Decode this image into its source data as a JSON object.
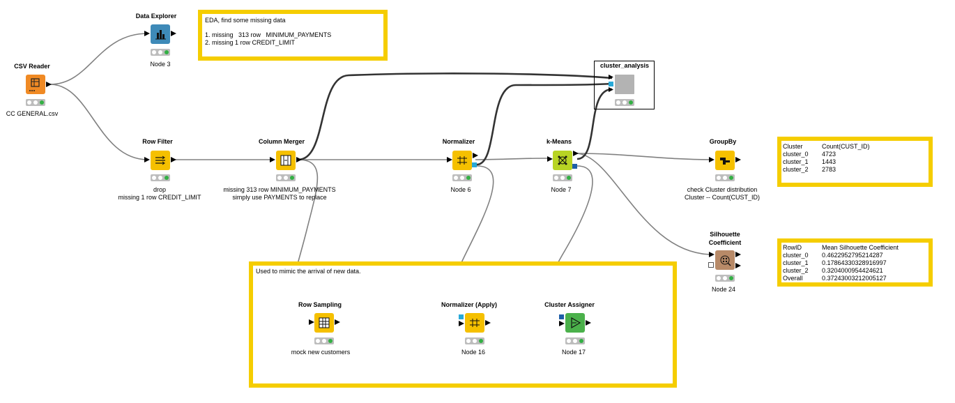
{
  "annotations": {
    "eda": {
      "line1": "EDA, find some missing data",
      "line2": "1. missing   313 row   MINIMUM_PAYMENTS",
      "line3": "2. missing 1 row CREDIT_LIMIT"
    },
    "new_data": {
      "text": "Used to mimic the arrival of new data."
    }
  },
  "nodes": {
    "csv_reader": {
      "title": "CSV Reader",
      "label": "CC GENERAL.csv",
      "color": "#f08a24",
      "icon": "table-import-icon"
    },
    "data_explorer": {
      "title": "Data Explorer",
      "label": "Node 3",
      "color": "#3e8ab8",
      "icon": "bar-chart-icon"
    },
    "row_filter": {
      "title": "Row Filter",
      "label": "drop\nmissing 1 row CREDIT_LIMIT",
      "color": "#f5c000",
      "icon": "filter-icon"
    },
    "column_merger": {
      "title": "Column Merger",
      "label": "missing 313 row MINIMUM_PAYMENTS\nsimply use PAYMENTS to replace",
      "color": "#f5c000",
      "icon": "merge-columns-icon"
    },
    "normalizer": {
      "title": "Normalizer",
      "label": "Node 6",
      "color": "#f5c000",
      "icon": "normalize-icon"
    },
    "kmeans": {
      "title": "k-Means",
      "label": "Node 7",
      "color": "#b8d424",
      "icon": "cluster-icon"
    },
    "cluster_analysis": {
      "title": "cluster_analysis",
      "color": "#b3b3b3"
    },
    "groupby": {
      "title": "GroupBy",
      "label": "check Cluster distribution\nCluster -- Count(CUST_ID)",
      "color": "#f5c000",
      "icon": "groupby-icon"
    },
    "silhouette": {
      "title": "Silhouette\nCoefficient",
      "label": "Node 24",
      "color": "#b88a68",
      "icon": "silhouette-icon"
    },
    "row_sampling": {
      "title": "Row Sampling",
      "label": "mock new customers",
      "color": "#f5c000",
      "icon": "sampling-icon"
    },
    "normalizer_apply": {
      "title": "Normalizer (Apply)",
      "label": "Node 16",
      "color": "#f5c000",
      "icon": "normalize-icon"
    },
    "cluster_assigner": {
      "title": "Cluster Assigner",
      "label": "Node 17",
      "color": "#4bb14b",
      "icon": "predictor-icon"
    }
  },
  "groupby_table": {
    "headers": [
      "Cluster",
      "Count(CUST_ID)"
    ],
    "rows": [
      [
        "cluster_0",
        "4723"
      ],
      [
        "cluster_1",
        "1443"
      ],
      [
        "cluster_2",
        "2783"
      ]
    ]
  },
  "silhouette_table": {
    "headers": [
      "RowID",
      "Mean Silhouette Coefficient"
    ],
    "rows": [
      [
        "cluster_0",
        "0.4622952795214287"
      ],
      [
        "cluster_1",
        "0.17864330328916997"
      ],
      [
        "cluster_2",
        "0.3204000954424621"
      ],
      [
        "Overall",
        "0.37243003212005127"
      ]
    ]
  },
  "colors": {
    "annotation_border": "#f5cd00",
    "status_ok": "#33b044",
    "status_bar": "#bdbdbd"
  }
}
